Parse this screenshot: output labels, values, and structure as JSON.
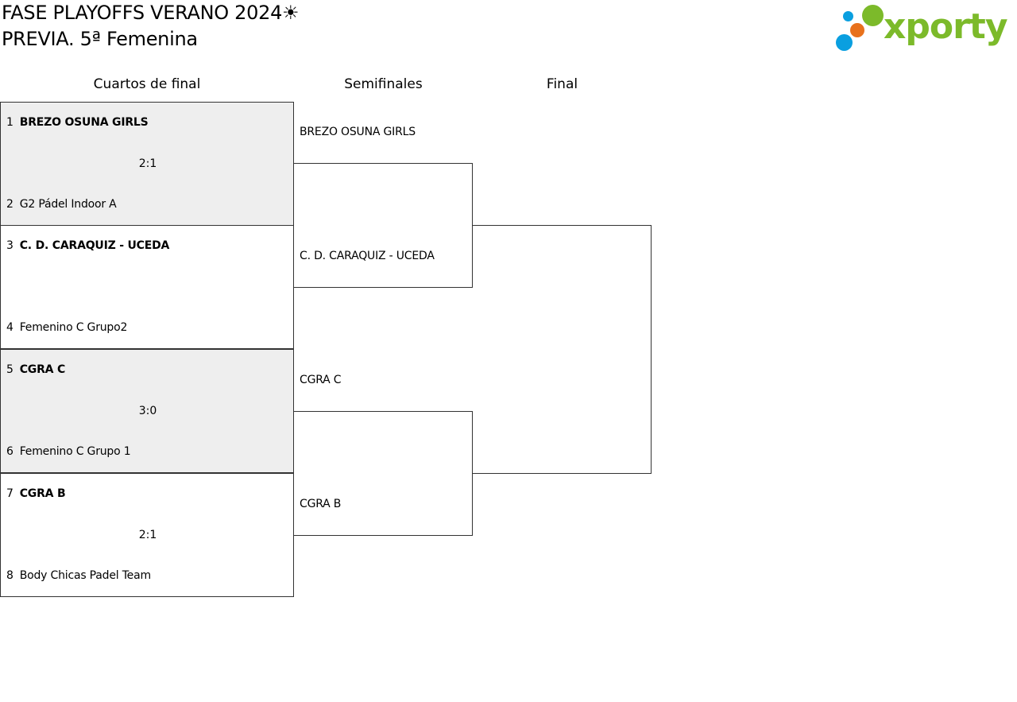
{
  "header": {
    "title_line_1": "FASE PLAYOFFS VERANO 2024☀",
    "title_line_2": "PREVIA. 5ª Femenina"
  },
  "logo": {
    "wordmark": "xporty",
    "colors": {
      "green": "#7cba2a",
      "orange": "#e8711c",
      "blue": "#0a9fe0"
    }
  },
  "rounds": {
    "quarterfinals": "Cuartos de final",
    "semifinals": "Semifinales",
    "final": "Final"
  },
  "quarterfinals": [
    {
      "top_seed": "1",
      "top_team": "BREZO OSUNA GIRLS",
      "bottom_seed": "2",
      "bottom_team": "G2 Pádel Indoor A",
      "score": "2:1",
      "winner": "top",
      "shaded": true
    },
    {
      "top_seed": "3",
      "top_team": "C. D. CARAQUIZ - UCEDA",
      "bottom_seed": "4",
      "bottom_team": "Femenino C Grupo2",
      "score": "",
      "winner": "top",
      "shaded": false
    },
    {
      "top_seed": "5",
      "top_team": "CGRA C",
      "bottom_seed": "6",
      "bottom_team": "Femenino C Grupo 1",
      "score": "3:0",
      "winner": "top",
      "shaded": true
    },
    {
      "top_seed": "7",
      "top_team": "CGRA B",
      "bottom_seed": "8",
      "bottom_team": "Body Chicas Padel Team",
      "score": "2:1",
      "winner": "top",
      "shaded": false
    }
  ],
  "semifinals": [
    {
      "team": "BREZO OSUNA GIRLS"
    },
    {
      "team": "C. D. CARAQUIZ - UCEDA"
    },
    {
      "team": "CGRA C"
    },
    {
      "team": "CGRA B"
    }
  ],
  "colors": {
    "shaded_match": "#eeeeee",
    "border": "#333333"
  }
}
